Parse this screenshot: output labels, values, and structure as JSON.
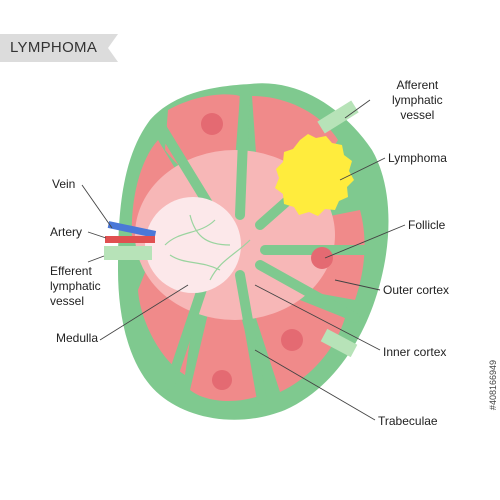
{
  "title": "LYMPHOMA",
  "labels": {
    "afferent": "Afferent\nlymphatic\nvessel",
    "lymphoma": "Lymphoma",
    "follicle": "Follicle",
    "outer_cortex": "Outer cortex",
    "inner_cortex": "Inner cortex",
    "trabeculae": "Trabeculae",
    "vein": "Vein",
    "artery": "Artery",
    "efferent": "Efferent\nlymphatic\nvessel",
    "medulla": "Medulla"
  },
  "stock_id": "#408166949",
  "colors": {
    "capsule": "#7fc98f",
    "capsule_light": "#b7e3b8",
    "outer_cortex": "#f08a8a",
    "follicle": "#e46a72",
    "inner_cortex": "#f7b7b7",
    "medulla": "#fce8ea",
    "tumor": "#ffec3d",
    "vein": "#4a78d8",
    "artery": "#e05050"
  }
}
